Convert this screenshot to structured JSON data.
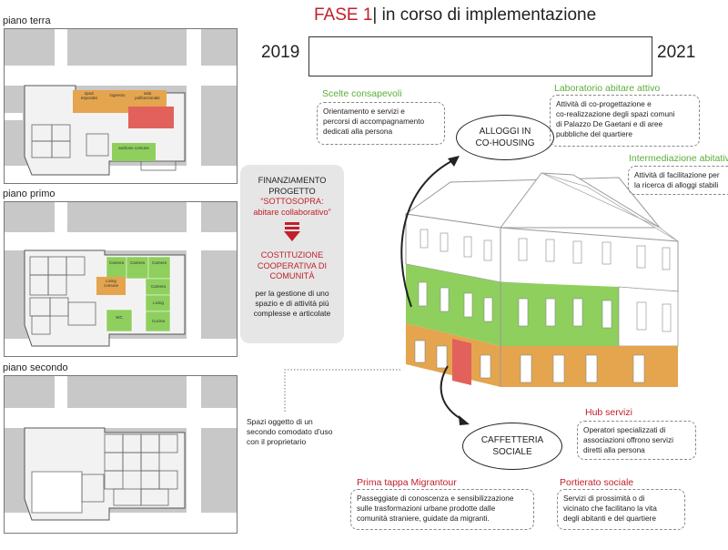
{
  "floors": [
    {
      "label": "piano terra",
      "rooms": [
        "spazi espositivi",
        "ingresso",
        "sala polifunzionale",
        "androne comune"
      ]
    },
    {
      "label": "piano primo",
      "rooms": [
        "Camera",
        "Camera",
        "Camera",
        "Living comune",
        "Camera",
        "Living",
        "WC",
        "Cucina"
      ]
    },
    {
      "label": "piano secondo",
      "rooms": []
    }
  ],
  "phase": {
    "label": "FASE 1",
    "separator": "|",
    "subtitle": " in corso di implementazione"
  },
  "timeline": {
    "start": "2019",
    "end": "2021"
  },
  "funding": {
    "line1": "FINANZIAMENTO",
    "line2": "PROGETTO",
    "line3": "“SOTTOSOPRA:",
    "line4": "abitare collaborativo”",
    "coop1": "COSTITUZIONE",
    "coop2": "COOPERATIVA DI",
    "coop3": "COMUNITÀ",
    "desc1": "per la gestione di uno",
    "desc2": "spazio e di attività più",
    "desc3": "complesse e articolate"
  },
  "note": {
    "line1": "Spazi oggetto di un",
    "line2": "secondo comodato d’uso",
    "line3": "con il proprietario"
  },
  "ovals": {
    "alloggi1": "ALLOGGI IN",
    "alloggi2": "CO-HOUSING",
    "caffe1": "CAFFETTERIA",
    "caffe2": "SOCIALE"
  },
  "activities": {
    "scelte": {
      "title": "Scelte consapevoli",
      "lines": [
        "Orientamento e servizi e",
        "percorsi di accompagnamento",
        "dedicati alla persona"
      ]
    },
    "laboratorio": {
      "title": "Laboratorio abitare attivo",
      "lines": [
        "Attività di co-progettazione e",
        "co-realizzazione degli spazi comuni",
        "di Palazzo De Gaetani e di aree",
        "pubbliche del quartiere"
      ]
    },
    "intermediazione": {
      "title": "Intermediazione abitativa",
      "lines": [
        "Attività di facilitazione per",
        "la ricerca di alloggi stabili"
      ]
    },
    "hub": {
      "title": "Hub servizi",
      "lines": [
        "Operatori specializzati di",
        "associazioni offrono servizi",
        "diretti alla persona"
      ]
    },
    "migrantour": {
      "title": "Prima tappa Migrantour",
      "lines": [
        "Passeggiate di conoscenza  e sensibilizzazione",
        "sulle trasformazioni urbane prodotte dalle",
        "comunità straniere, guidate da migranti."
      ]
    },
    "portierato": {
      "title": "Portierato sociale",
      "lines": [
        "Servizi di prossimità o di",
        "vicinato che facilitano la vita",
        "degli abitanti e del quartiere"
      ]
    }
  },
  "colors": {
    "red": "#c0202a",
    "green": "#8fcf5e",
    "orange": "#e4a54e",
    "pink": "#e2615c",
    "darkgreen": "#5cae3a",
    "grey": "#c8c8c8"
  }
}
